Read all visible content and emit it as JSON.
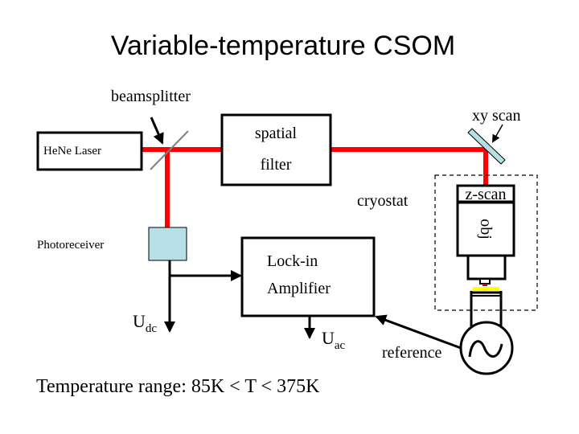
{
  "title": "Variable-temperature CSOM",
  "colors": {
    "beam": "#ff0000",
    "optic": "#b7e0e6",
    "sample": "#ffff00",
    "sample_spot": "#cc0000",
    "beamsplitter": "#808080",
    "line": "#000000"
  },
  "components": {
    "laser": "HeNe Laser",
    "spatial_filter_line1": "spatial",
    "spatial_filter_line2": "filter",
    "lockin_line1": "Lock-in",
    "lockin_line2": "Amplifier",
    "z_scan": "z-scan",
    "objective": "obj"
  },
  "labels": {
    "beamsplitter": "beamsplitter",
    "xy_scan": "xy scan",
    "cryostat": "cryostat",
    "photoreceiver": "Photoreceiver",
    "reference": "reference",
    "u_dc_main": "U",
    "u_dc_sub": "dc",
    "u_ac_main": "U",
    "u_ac_sub": "ac"
  },
  "footer": "Temperature range: 85K < T < 375K"
}
